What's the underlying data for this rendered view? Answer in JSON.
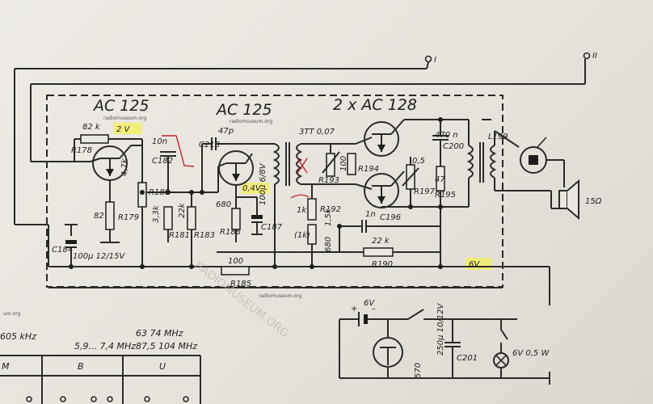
{
  "terminals": {
    "t1": "I",
    "t2": "II"
  },
  "stages": {
    "s1": "AC 125",
    "s2": "AC 125",
    "s3": "2 x AC 128"
  },
  "voltages": {
    "v1": "2 V",
    "v2": "0,4V",
    "v3": "6V"
  },
  "watermark": {
    "small": "radiomuseum.org",
    "small_left": "um.org",
    "large": "RADIOMUSEUM.ORG"
  },
  "components": {
    "r178_val": "82 k",
    "r178": "R178",
    "r179_val": "82",
    "r179": "R179",
    "r47k": "4,7k",
    "c182_val": "10n",
    "c182": "C182",
    "r180": "R180",
    "r181_val": "3,3k",
    "r181": "R181",
    "r183_val": "22k",
    "r183": "R183",
    "c218_val": "47p",
    "c218": "C218",
    "r186_val": "680",
    "r186": "R186",
    "c187_val": "100µ 6/8V",
    "c187": "C187",
    "c184": "C184",
    "c184_val": "100µ 12/15V",
    "driver_tr": "3TT 0,07",
    "r193": "R193",
    "r193_val": "100",
    "r194": "R194",
    "r192_val": "1k",
    "r192": "R192",
    "r192b_val": "1,5k",
    "r191_val": "(1k)",
    "r191b_val": "680",
    "c196_val": "1n",
    "c196": "C196",
    "r190_val": "22 k",
    "r190": "R190",
    "r197_val": "0,5",
    "r197": "R197",
    "c200_val": "470 n",
    "c200": "C200",
    "r195_val": "47",
    "r195": "R195",
    "l199": "L199",
    "speaker": "15Ω",
    "r185_val": "100",
    "r185": "R185"
  },
  "power": {
    "battery_v": "6V",
    "plus": "+",
    "minus": "–",
    "c201_val": "250µ 10/12V",
    "c201": "C201",
    "r570": "570",
    "lamp": "6V 0,5 W"
  },
  "bands": {
    "m_freq": "605 kHz",
    "b_freq": "5,9... 7,4 MHz",
    "u_freq_a": "63   74 MHz",
    "u_freq_b": "87,5  104 MHz",
    "m": "M",
    "b": "B",
    "u": "U"
  }
}
